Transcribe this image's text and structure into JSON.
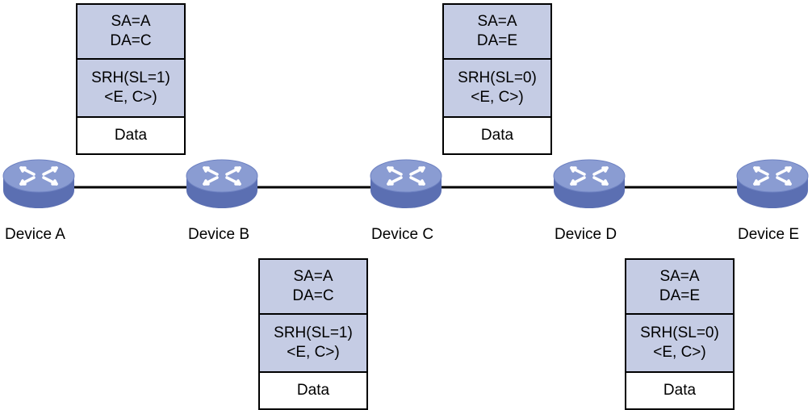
{
  "devices": [
    {
      "label": "Device A"
    },
    {
      "label": "Device B"
    },
    {
      "label": "Device C"
    },
    {
      "label": "Device D"
    },
    {
      "label": "Device E"
    }
  ],
  "packets": [
    {
      "sa": "SA=A",
      "da": "DA=C",
      "srh": "SRH(SL=1)",
      "segments": "<E, C>)",
      "data": "Data"
    },
    {
      "sa": "SA=A",
      "da": "DA=E",
      "srh": "SRH(SL=0)",
      "segments": "<E, C>)",
      "data": "Data"
    },
    {
      "sa": "SA=A",
      "da": "DA=C",
      "srh": "SRH(SL=1)",
      "segments": "<E, C>)",
      "data": "Data"
    },
    {
      "sa": "SA=A",
      "da": "DA=E",
      "srh": "SRH(SL=0)",
      "segments": "<E, C>)",
      "data": "Data"
    }
  ],
  "colors": {
    "header_fill": "#c5cce4",
    "router_top": "#8a9cd2",
    "router_side": "#5b6fb2",
    "link": "#000000"
  },
  "icons": {
    "device": "router-icon"
  }
}
